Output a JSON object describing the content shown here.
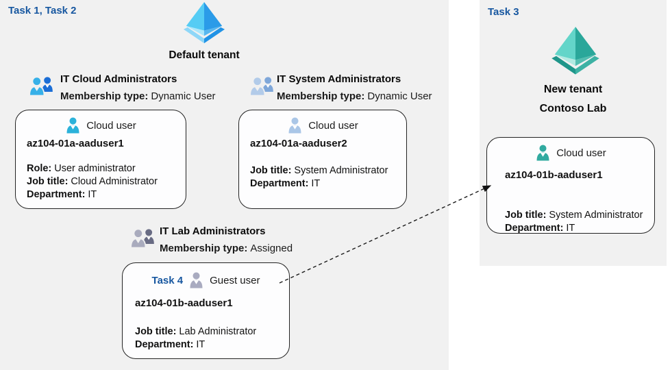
{
  "colors": {
    "task_label_blue": "#1757a0",
    "panel_background": "#f1f1f1",
    "tenant_icon_blue": "#2b9be8",
    "tenant_icon_teal": "#2aa79a",
    "group_icon_blue": "#36b0e8",
    "group_icon_pale_blue": "#b2cbe9",
    "group_icon_gray": "#a9abbd",
    "user_icon_cyan": "#2bb2da",
    "user_icon_pale_blue": "#aac6e7",
    "user_icon_gray": "#a9abc0",
    "user_icon_teal": "#31aaa0"
  },
  "left_panel": {
    "task_label": "Task 1, Task 2",
    "tenant_icon": "azure-ad-tenant-icon-blue",
    "tenant_name": "Default tenant",
    "groups": [
      {
        "icon": "group-users-icon-blue",
        "title": "IT Cloud Administrators",
        "membership_label": "Membership type:",
        "membership_value": "Dynamic User",
        "card": {
          "icon": "person-icon-cyan",
          "user_type": "Cloud user",
          "name": "az104-01a-aaduser1",
          "fields": [
            {
              "label": "Role:",
              "value": "User administrator"
            },
            {
              "label": "Job title:",
              "value": "Cloud Administrator"
            },
            {
              "label": "Department:",
              "value": "IT"
            }
          ]
        }
      },
      {
        "icon": "group-users-icon-paleblue",
        "title": "IT System Administrators",
        "membership_label": "Membership type:",
        "membership_value": "Dynamic User",
        "card": {
          "icon": "person-icon-paleblue",
          "user_type": "Cloud user",
          "name": "az104-01a-aaduser2",
          "fields": [
            {
              "label": "Job title:",
              "value": "System Administrator"
            },
            {
              "label": "Department:",
              "value": "IT"
            }
          ]
        }
      },
      {
        "icon": "group-users-icon-gray",
        "title": "IT Lab Administrators",
        "membership_label": "Membership type:",
        "membership_value": "Assigned",
        "card": {
          "task_label": "Task 4",
          "icon": "person-icon-gray",
          "user_type": "Guest user",
          "name": "az104-01b-aaduser1",
          "fields": [
            {
              "label": "Job title:",
              "value": "Lab Administrator"
            },
            {
              "label": "Department:",
              "value": "IT"
            }
          ]
        }
      }
    ]
  },
  "right_panel": {
    "task_label": "Task 3",
    "tenant_icon": "azure-ad-tenant-icon-teal",
    "tenant_name_line1": "New tenant",
    "tenant_name_line2": "Contoso Lab",
    "card": {
      "icon": "person-icon-teal",
      "user_type": "Cloud user",
      "name": "az104-01b-aaduser1",
      "fields": [
        {
          "label": "Job title:",
          "value": "System Administrator"
        },
        {
          "label": "Department:",
          "value": "IT"
        }
      ]
    }
  },
  "arrow": {
    "name": "guest-user-invitation-arrow",
    "style": "dashed"
  }
}
